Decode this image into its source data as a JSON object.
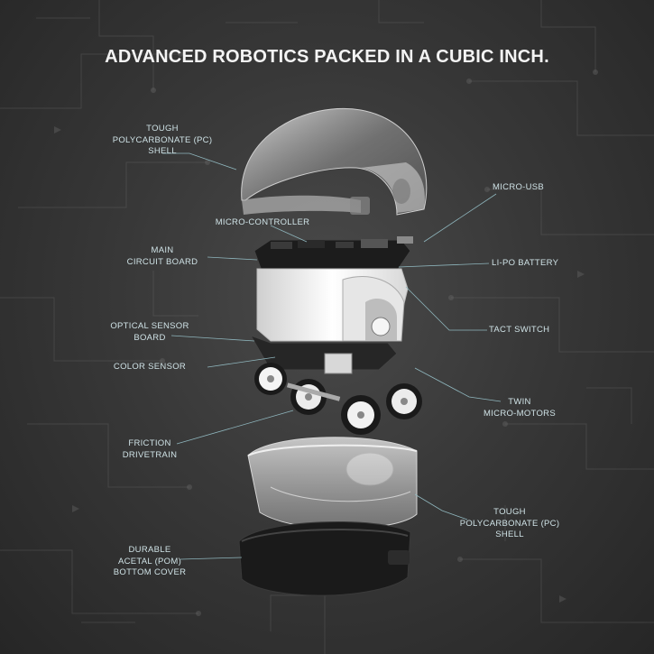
{
  "title": "ADVANCED ROBOTICS PACKED IN A CUBIC INCH.",
  "labels": {
    "top_shell": [
      "TOUGH",
      "POLYCARBONATE (PC)",
      "SHELL"
    ],
    "micro_usb": [
      "MICRO-USB"
    ],
    "micro_controller": [
      "MICRO-CONTROLLER"
    ],
    "main_board": [
      "MAIN",
      "CIRCUIT BOARD"
    ],
    "lipo_battery": [
      "LI-PO BATTERY"
    ],
    "tact_switch": [
      "TACT SWITCH"
    ],
    "optical_sensor": [
      "OPTICAL SENSOR",
      "BOARD"
    ],
    "color_sensor": [
      "COLOR SENSOR"
    ],
    "twin_motors": [
      "TWIN",
      "MICRO-MOTORS"
    ],
    "drivetrain": [
      "FRICTION",
      "DRIVETRAIN"
    ],
    "bottom_shell": [
      "TOUGH",
      "POLYCARBONATE (PC)",
      "SHELL"
    ],
    "bottom_cover": [
      "DURABLE",
      "ACETAL (POM)",
      "BOTTOM COVER"
    ]
  },
  "colors": {
    "label_text": "#cfe2e6",
    "leader_line": "#8fb6bd",
    "title_text": "#f4f4f4"
  }
}
